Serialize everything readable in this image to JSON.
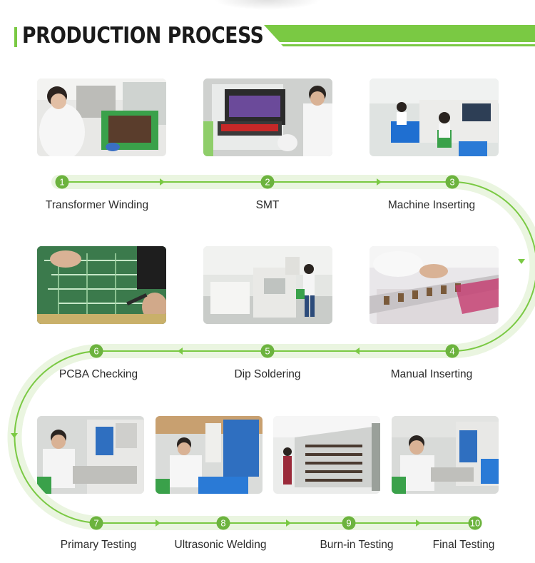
{
  "header": {
    "title": "PRODUCTION PROCESS",
    "accent_color": "#7ac943"
  },
  "steps": [
    {
      "number": "1",
      "label": "Transformer Winding"
    },
    {
      "number": "2",
      "label": "SMT"
    },
    {
      "number": "3",
      "label": "Machine Inserting"
    },
    {
      "number": "4",
      "label": "Manual Inserting"
    },
    {
      "number": "5",
      "label": "Dip Soldering"
    },
    {
      "number": "6",
      "label": "PCBA Checking"
    },
    {
      "number": "7",
      "label": "Primary Testing"
    },
    {
      "number": "8",
      "label": "Ultrasonic Welding"
    },
    {
      "number": "9",
      "label": "Burn-in Testing"
    },
    {
      "number": "10",
      "label": "Final Testing"
    }
  ],
  "flow": {
    "line_color": "#7ac943",
    "track_color": "#eaf5e0",
    "badge_color": "#6cb33e"
  }
}
